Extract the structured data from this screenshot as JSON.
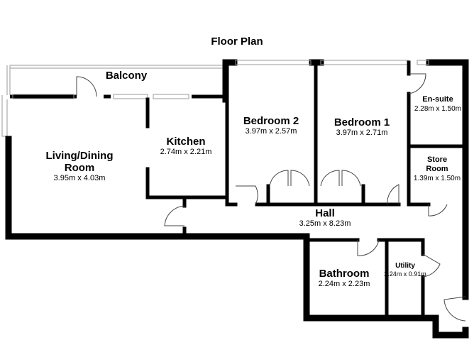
{
  "title": "Floor Plan",
  "rooms": {
    "balcony": {
      "name": "Balcony"
    },
    "living": {
      "name_line1": "Living/Dining",
      "name_line2": "Room",
      "dims": "3.95m x 4.03m"
    },
    "kitchen": {
      "name": "Kitchen",
      "dims": "2.74m x 2.21m"
    },
    "bedroom2": {
      "name": "Bedroom 2",
      "dims": "3.97m x 2.57m"
    },
    "bedroom1": {
      "name": "Bedroom 1",
      "dims": "3.97m x 2.71m"
    },
    "ensuite": {
      "name": "En-suite",
      "dims": "2.28m x 1.50m"
    },
    "store": {
      "name_line1": "Store",
      "name_line2": "Room",
      "dims": "1.39m x 1.50m"
    },
    "hall": {
      "name": "Hall",
      "dims": "3.25m x 8.23m"
    },
    "bathroom": {
      "name": "Bathroom",
      "dims": "2.24m x 2.23m"
    },
    "utility": {
      "name": "Utility",
      "dims": "2.24m x 0.91m"
    }
  },
  "colors": {
    "wall": "#000000",
    "background": "#ffffff",
    "window": "#9a9a9a"
  }
}
